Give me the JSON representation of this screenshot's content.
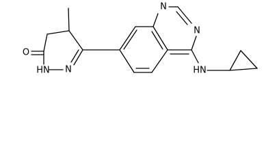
{
  "molecule": {
    "atom_labels": {
      "carbonyl_oxygen": "O",
      "ring_nh": "HN",
      "ring_n": "N",
      "quinazoline_n_top": "N",
      "quinazoline_n_right": "N",
      "amine_nh": "HN"
    },
    "colors": {
      "bond": "#000000",
      "text": "#000000",
      "background": "#ffffff"
    }
  }
}
